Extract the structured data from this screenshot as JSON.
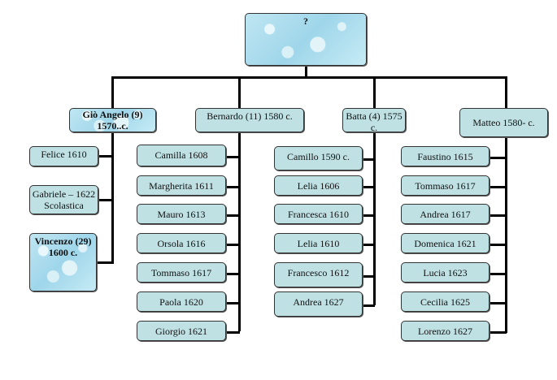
{
  "root": {
    "label": "?"
  },
  "branches": [
    {
      "label": "Giò Angelo (9) 1570..c.",
      "children": [
        "Felice 1610",
        "Gabriele – 1622 Scolastica",
        "Vincenzo (29) 1600 c."
      ]
    },
    {
      "label": "Bernardo (11) 1580 c.",
      "children": [
        "Camilla 1608",
        "Margherita 1611",
        "Mauro 1613",
        "Orsola 1616",
        "Tommaso 1617",
        "Paola 1620",
        "Giorgio 1621"
      ]
    },
    {
      "label": "Batta (4) 1575 c.",
      "children": [
        "Camillo 1590 c.",
        "Lelia 1606",
        "Francesca 1610",
        "Lelia 1610",
        "Francesco 1612",
        "Andrea 1627"
      ]
    },
    {
      "label": "Matteo 1580- c.",
      "children": [
        "Faustino 1615",
        "Tommaso 1617",
        "Andrea 1617",
        "Domenica 1621",
        "Lucia 1623",
        "Cecilia 1625",
        "Lorenzo 1627"
      ]
    }
  ]
}
